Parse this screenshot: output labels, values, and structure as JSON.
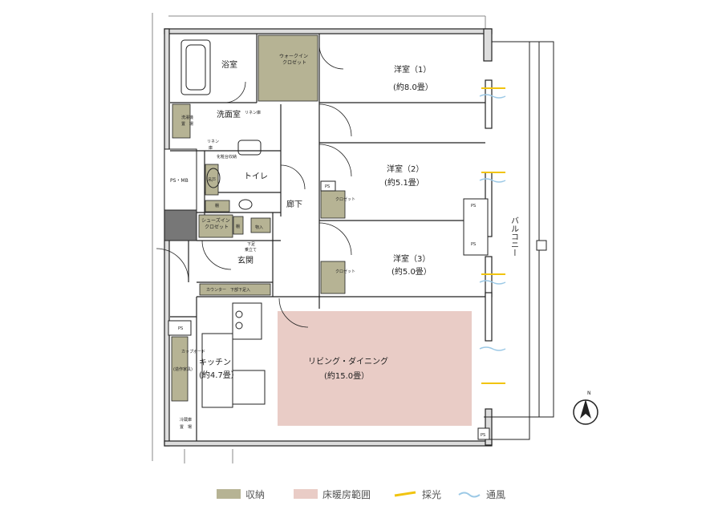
{
  "rooms": {
    "bathroom": "浴室",
    "wic": "ウォークイン",
    "wic2": "クロゼット",
    "western1": "洋室（1）",
    "western1_area": "(約8.0畳）",
    "washroom": "洗面室",
    "linen1": "リネン庫",
    "laundry1": "洗濯機",
    "laundry2": "置　場",
    "linen2": "リネン",
    "linen3": "庫",
    "vanity": "化粧台収納",
    "cabinet": "吊戸",
    "cabinet2": "棚",
    "ps_mb": "PS・MB",
    "toilet": "トイレ",
    "western2": "洋室（2）",
    "western2_area": "(約5.1畳）",
    "closet2": "クロゼット",
    "ps": "PS",
    "corridor": "廊下",
    "shoe1": "シューズイン",
    "shoe2": "クロゼット",
    "shelf": "棚",
    "storage": "物入",
    "shoestand1": "下足",
    "shoestand2": "乗立て",
    "entrance": "玄関",
    "western3": "洋室（3）",
    "western3_area": "(約5.0畳）",
    "closet3": "クロゼット",
    "counter": "カウンター　下部下足入",
    "kitchen": "キッチン",
    "kitchen_area": "(約4.7畳）",
    "cupboard1": "カップボード",
    "cupboard2": "(造作家具)",
    "living": "リビング・ダイニング",
    "living_area": "(約15.0畳）",
    "fridge1": "冷蔵庫",
    "fridge2": "置　場",
    "balcony": "バルコニー",
    "north": "N"
  },
  "legend": {
    "storage": "収納",
    "floor_heating": "床暖房範囲",
    "daylight": "採光",
    "ventilation": "通風"
  },
  "colors": {
    "storage": "#b6b394",
    "floor_heating": "#e9ccc6",
    "daylight": "#f1c40f",
    "ventilation": "#9cc9e6",
    "wall": "#222222"
  }
}
